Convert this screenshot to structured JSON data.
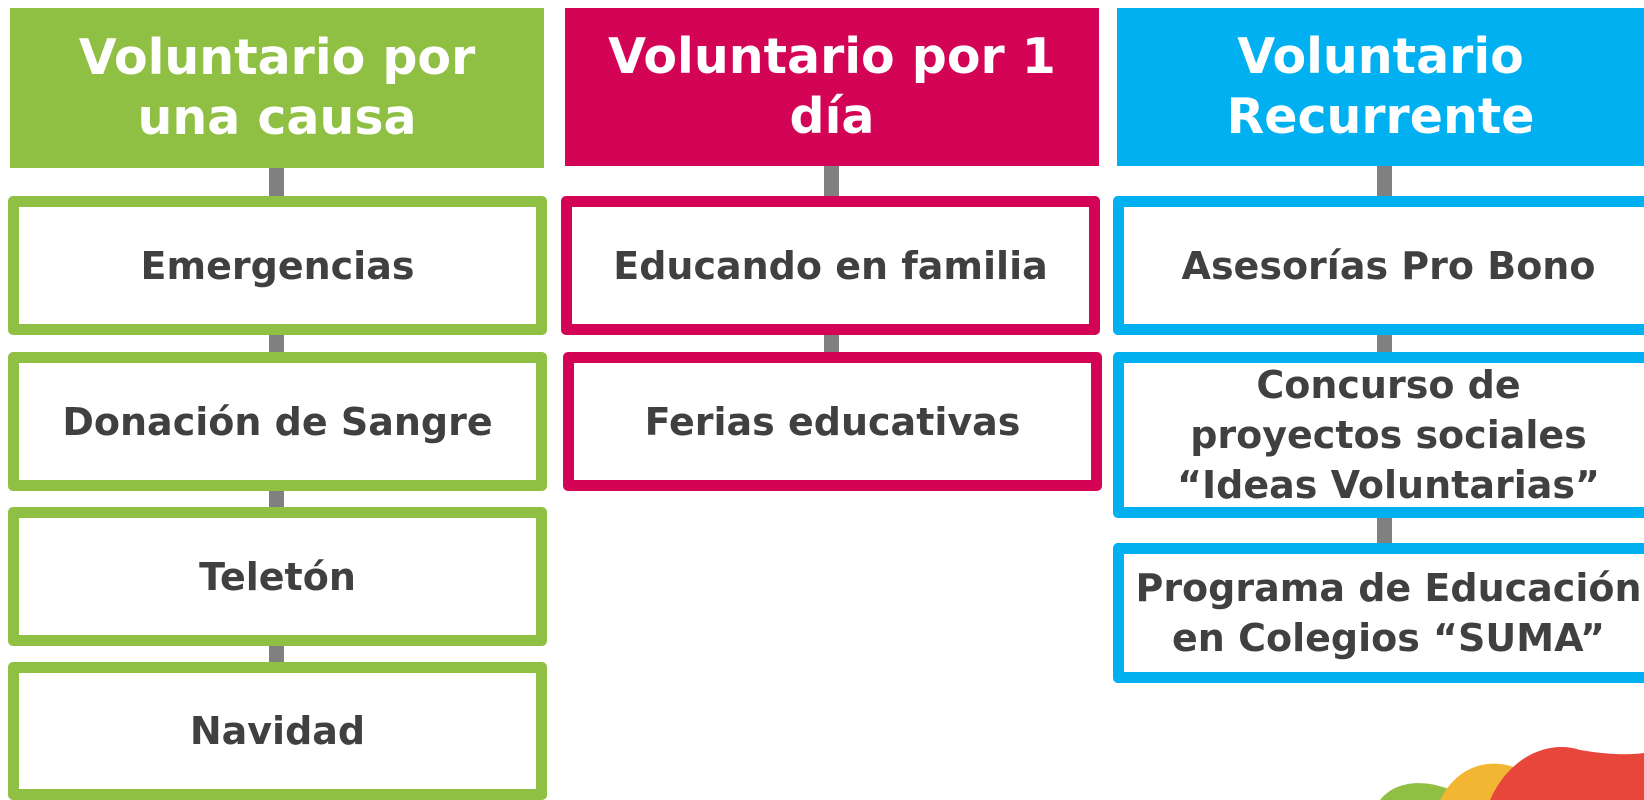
{
  "columns": [
    {
      "id": "causa",
      "title": "Voluntario por una causa",
      "color": "#8fbf43",
      "items": [
        "Emergencias",
        "Donación de Sangre",
        "Teletón",
        "Navidad"
      ]
    },
    {
      "id": "dia",
      "title": "Voluntario por 1 día",
      "color": "#d30356",
      "items": [
        "Educando en familia",
        "Ferias educativas"
      ]
    },
    {
      "id": "recurrente",
      "title": "Voluntario Recurrente",
      "color": "#01b0f1",
      "items": [
        "Asesorías Pro Bono",
        "Concurso de proyectos sociales “Ideas Voluntarias”",
        "Programa de Educación en Colegios “SUMA”"
      ]
    }
  ],
  "text_color": "#404040",
  "connector_color": "#808080",
  "decor": {
    "icon": "logo-waves-icon",
    "colors": [
      "#8fbf43",
      "#f2b632",
      "#e8463a"
    ]
  }
}
